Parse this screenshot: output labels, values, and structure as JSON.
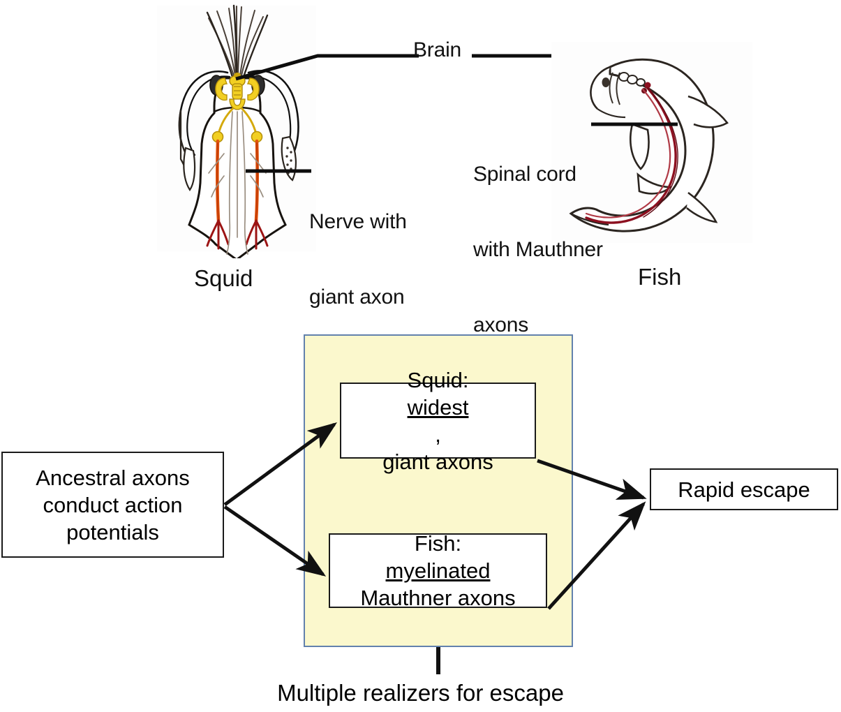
{
  "figure": {
    "type": "diagram",
    "title": "Multiple realizers for escape",
    "description": "Comparative neuroanatomy of squid and fish escape circuits with a multiple-realizability flowchart"
  },
  "anatomy": {
    "labels": [
      {
        "id": "brain",
        "text": "Brain",
        "points_to": [
          "squid-brain",
          "fish-brain"
        ]
      },
      {
        "id": "nerve-giant-axon",
        "line1": "Nerve with",
        "line2": "giant axon",
        "points_to": "squid-nerve"
      },
      {
        "id": "spinal-cord",
        "line1": "Spinal cord",
        "line2": "with Mauthner",
        "line3": "axons",
        "points_to": "fish-spinal-cord"
      }
    ],
    "captions": [
      {
        "id": "squid",
        "text": "Squid"
      },
      {
        "id": "fish",
        "text": "Fish"
      }
    ]
  },
  "flow": {
    "panel": {
      "fill": "#fbf8cd",
      "border": "#6281ad",
      "caption": "Multiple realizers for escape"
    },
    "nodes": [
      {
        "id": "ancestral",
        "line1": "Ancestral axons",
        "line2": "conduct action",
        "line3": "potentials"
      },
      {
        "id": "squid-realizer",
        "prefix": "Squid: ",
        "emphasis": "widest",
        "suffix": ",",
        "line2": "giant axons"
      },
      {
        "id": "fish-realizer",
        "prefix": "Fish: ",
        "emphasis": "myelinated",
        "suffix": "",
        "line2": "Mauthner axons"
      },
      {
        "id": "rapid-escape",
        "line1": "Rapid escape"
      }
    ],
    "edges": [
      {
        "from": "ancestral",
        "to": "squid-realizer"
      },
      {
        "from": "ancestral",
        "to": "fish-realizer"
      },
      {
        "from": "squid-realizer",
        "to": "rapid-escape"
      },
      {
        "from": "fish-realizer",
        "to": "rapid-escape"
      }
    ]
  },
  "colors": {
    "ink": "#111111",
    "panel_fill": "#fbf8cd",
    "panel_border": "#6281ad",
    "brain_yellow": "#f2cf22",
    "nerve_orange": "#e2540f",
    "nerve_red": "#9c1414",
    "fish_cord_red": "#8c1020",
    "tentacle_brown": "#7a6a58"
  }
}
